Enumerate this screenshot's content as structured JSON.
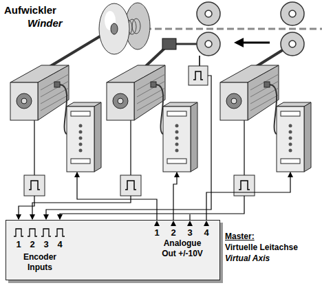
{
  "diagram": {
    "nodes": [
      {
        "text": [
          "Encoder Inputs",
          "Analogue Out +/-10V"
        ]
      }
    ],
    "labels": [
      "Aufwickler",
      "Winder",
      "1",
      "2",
      "3",
      "4",
      "1",
      "2",
      "3",
      "4",
      "Master:",
      "Virtuelle Leitachse",
      "Virtual Axis"
    ]
  }
}
